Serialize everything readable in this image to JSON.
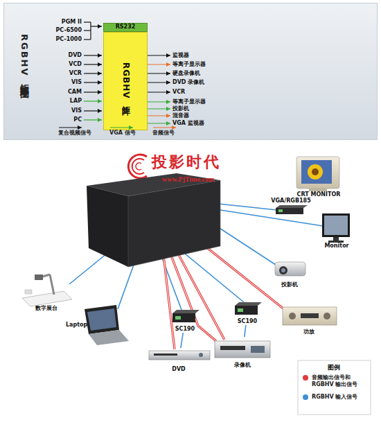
{
  "diagram": {
    "nodes": [
      {
        "text": [
          "RGBHV矩阵原理图"
        ]
      },
      {
        "text": [
          "RS232"
        ],
        "in": 0
      },
      {
        "text": [
          "RGBHV矩阵"
        ],
        "in": 0
      },
      {
        "text": [
          "CRT MONITOR"
        ]
      },
      {
        "text": [
          "VGA/RGB185"
        ]
      },
      {
        "text": [
          "Monitor"
        ]
      },
      {
        "text": [
          "数字展台"
        ]
      },
      {
        "text": [
          "投影机"
        ]
      },
      {
        "text": [
          "Laptop"
        ]
      },
      {
        "text": [
          "SC190"
        ]
      },
      {
        "text": [
          "SC190"
        ]
      },
      {
        "text": [
          "功放"
        ]
      },
      {
        "text": [
          "DVD"
        ]
      },
      {
        "text": [
          "录像机"
        ]
      }
    ],
    "edges": [
      {
        "from": 12,
        "to": 9,
        "arrow": "none"
      },
      {
        "from": 13,
        "to": 10,
        "arrow": "none"
      },
      {
        "from": 4,
        "to": 3,
        "arrow": "none"
      }
    ],
    "labels": [
      "PGM II",
      "PC-6500",
      "PC-1000",
      "DVD",
      "VCD",
      "VCR",
      "VIS",
      "CAM",
      "LAP",
      "VIS",
      "PC",
      "监视器",
      "等离子显示器",
      "硬盘录像机",
      "DVD 录像机",
      "VCR",
      "等离子显示器",
      "投影机",
      "混音器",
      "VGA 监视器",
      "投影时代",
      "www.PjTime.com",
      "图例"
    ],
    "legend": [
      {
        "text": "复合视频信号"
      },
      {
        "text": "VGA 信号"
      },
      {
        "text": "音频信号"
      },
      {
        "text": "音频输出信号和 RGBHV 输出信号",
        "color": "#e23b3b"
      },
      {
        "text": "RGBHV 输入信号",
        "color": "#3d8fd6"
      }
    ]
  }
}
